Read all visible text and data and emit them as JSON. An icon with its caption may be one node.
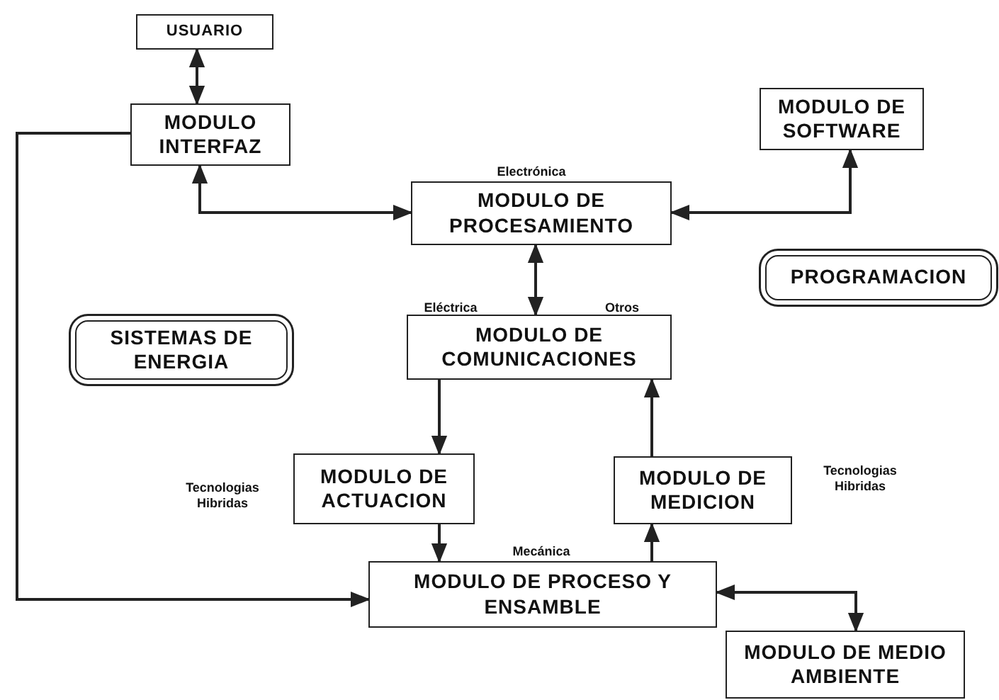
{
  "diagram": {
    "nodes": [
      {
        "text": [
          "USUARIO"
        ]
      },
      {
        "text": [
          "MODULO INTERFAZ"
        ]
      },
      {
        "text": [
          "MODULO DE SOFTWARE"
        ]
      },
      {
        "text": [
          "MODULO DE PROCESAMIENTO"
        ]
      },
      {
        "text": [
          "PROGRAMACION"
        ]
      },
      {
        "text": [
          "SISTEMAS DE ENERGIA"
        ]
      },
      {
        "text": [
          "MODULO DE COMUNICACIONES"
        ]
      },
      {
        "text": [
          "MODULO DE ACTUACION"
        ]
      },
      {
        "text": [
          "MODULO DE MEDICION"
        ]
      },
      {
        "text": [
          "MODULO DE PROCESO Y ENSAMBLE"
        ]
      },
      {
        "text": [
          "MODULO DE MEDIO AMBIENTE"
        ]
      }
    ],
    "edges": [
      {
        "from": 0,
        "to": 1,
        "arrow": "both"
      },
      {
        "from": 1,
        "to": 3,
        "arrow": "both"
      },
      {
        "from": 2,
        "to": 3,
        "arrow": "both"
      },
      {
        "from": 3,
        "to": 6,
        "arrow": "both"
      },
      {
        "from": 6,
        "to": 7,
        "arrow": "to"
      },
      {
        "from": 7,
        "to": 9,
        "arrow": "to"
      },
      {
        "from": 9,
        "to": 8,
        "arrow": "to"
      },
      {
        "from": 8,
        "to": 6,
        "arrow": "to"
      },
      {
        "from": 1,
        "to": 9,
        "arrow": "to"
      },
      {
        "from": 9,
        "to": 10,
        "arrow": "both"
      }
    ],
    "labels": [
      "Electrónica",
      "Eléctrica",
      "Otros",
      "Tecnologias Hibridas",
      "Tecnologias Hibridas",
      "Mecánica"
    ]
  }
}
